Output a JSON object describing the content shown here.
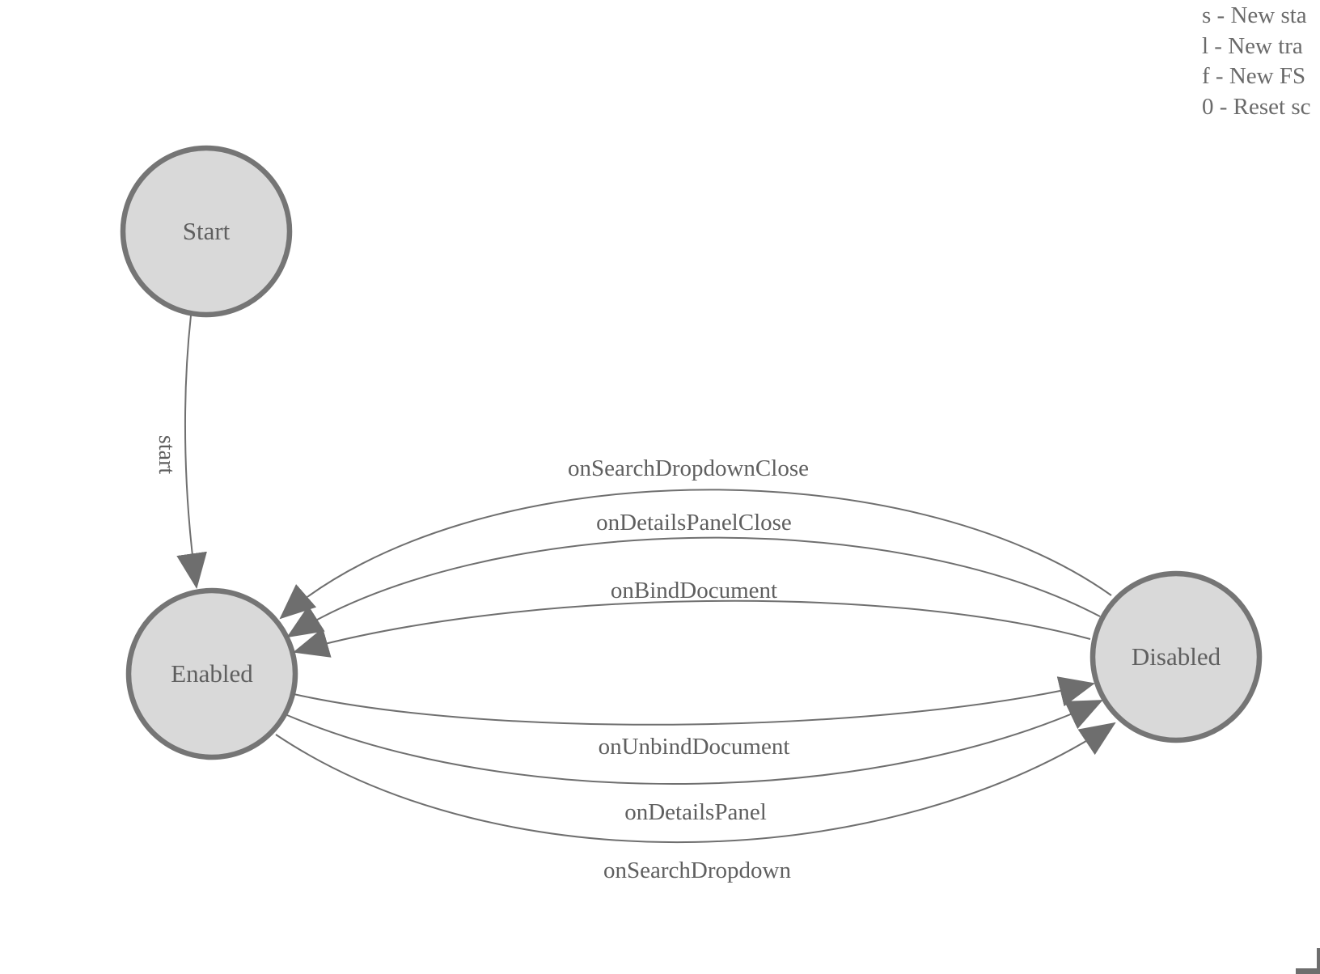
{
  "legend": {
    "lines": [
      "s - New sta",
      "l - New tra",
      "f - New FS",
      "0 - Reset sc"
    ]
  },
  "states": {
    "start": {
      "label": "Start"
    },
    "enabled": {
      "label": "Enabled"
    },
    "disabled": {
      "label": "Disabled"
    }
  },
  "transitions": {
    "start": {
      "label": "start",
      "from": "Start",
      "to": "Enabled"
    },
    "onSearchDropdownClose": {
      "label": "onSearchDropdownClose",
      "from": "Disabled",
      "to": "Enabled"
    },
    "onDetailsPanelClose": {
      "label": "onDetailsPanelClose",
      "from": "Disabled",
      "to": "Enabled"
    },
    "onBindDocument": {
      "label": "onBindDocument",
      "from": "Disabled",
      "to": "Enabled"
    },
    "onUnbindDocument": {
      "label": "onUnbindDocument",
      "from": "Enabled",
      "to": "Disabled"
    },
    "onDetailsPanel": {
      "label": "onDetailsPanel",
      "from": "Enabled",
      "to": "Disabled"
    },
    "onSearchDropdown": {
      "label": "onSearchDropdown",
      "from": "Enabled",
      "to": "Disabled"
    }
  },
  "colors": {
    "node_fill": "#d9d9d9",
    "node_stroke": "#757575",
    "edge_stroke": "#6f6f6f",
    "arrowhead": "#6e6e6e",
    "label_text": "#5f5f5f",
    "legend_text": "#6a6a6a",
    "corner_bracket": "#6e6e6e"
  }
}
